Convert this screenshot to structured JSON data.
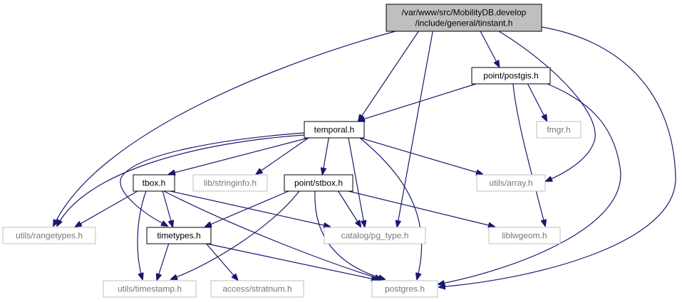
{
  "colors": {
    "edge": "#191970",
    "root_fill": "#bfbfbf",
    "internal_border": "#000000",
    "external_border": "#bfbfbf",
    "text": "#000000",
    "external_text": "#777777"
  },
  "nodes": [
    {
      "id": "root",
      "lines": [
        "/var/www/src/MobilityDB.develop",
        "/include/general/tinstant.h"
      ],
      "kind": "root"
    },
    {
      "id": "postgis",
      "lines": [
        "point/postgis.h"
      ],
      "kind": "internal"
    },
    {
      "id": "temporal",
      "lines": [
        "temporal.h"
      ],
      "kind": "internal"
    },
    {
      "id": "fmgr",
      "lines": [
        "fmgr.h"
      ],
      "kind": "external"
    },
    {
      "id": "tbox",
      "lines": [
        "tbox.h"
      ],
      "kind": "internal"
    },
    {
      "id": "stringinfo",
      "lines": [
        "lib/stringinfo.h"
      ],
      "kind": "external"
    },
    {
      "id": "stbox",
      "lines": [
        "point/stbox.h"
      ],
      "kind": "internal"
    },
    {
      "id": "array",
      "lines": [
        "utils/array.h"
      ],
      "kind": "external"
    },
    {
      "id": "rangetypes",
      "lines": [
        "utils/rangetypes.h"
      ],
      "kind": "external"
    },
    {
      "id": "timetypes",
      "lines": [
        "timetypes.h"
      ],
      "kind": "internal"
    },
    {
      "id": "pgtype",
      "lines": [
        "catalog/pg_type.h"
      ],
      "kind": "external"
    },
    {
      "id": "liblwgeom",
      "lines": [
        "liblwgeom.h"
      ],
      "kind": "external"
    },
    {
      "id": "timestamp",
      "lines": [
        "utils/timestamp.h"
      ],
      "kind": "external"
    },
    {
      "id": "stratnum",
      "lines": [
        "access/stratnum.h"
      ],
      "kind": "external"
    },
    {
      "id": "postgres",
      "lines": [
        "postgres.h"
      ],
      "kind": "external"
    }
  ],
  "edges": [
    [
      "root",
      "postgis"
    ],
    [
      "root",
      "temporal"
    ],
    [
      "root",
      "rangetypes"
    ],
    [
      "root",
      "pgtype"
    ],
    [
      "root",
      "array"
    ],
    [
      "root",
      "postgres"
    ],
    [
      "postgis",
      "temporal"
    ],
    [
      "postgis",
      "fmgr"
    ],
    [
      "postgis",
      "liblwgeom"
    ],
    [
      "postgis",
      "postgres"
    ],
    [
      "temporal",
      "tbox"
    ],
    [
      "temporal",
      "stringinfo"
    ],
    [
      "temporal",
      "stbox"
    ],
    [
      "temporal",
      "array"
    ],
    [
      "temporal",
      "rangetypes"
    ],
    [
      "temporal",
      "timetypes"
    ],
    [
      "temporal",
      "pgtype"
    ],
    [
      "temporal",
      "postgres"
    ],
    [
      "tbox",
      "rangetypes"
    ],
    [
      "tbox",
      "timetypes"
    ],
    [
      "tbox",
      "timestamp"
    ],
    [
      "tbox",
      "pgtype"
    ],
    [
      "tbox",
      "postgres"
    ],
    [
      "stbox",
      "timetypes"
    ],
    [
      "stbox",
      "timestamp"
    ],
    [
      "stbox",
      "pgtype"
    ],
    [
      "stbox",
      "liblwgeom"
    ],
    [
      "stbox",
      "postgres"
    ],
    [
      "timetypes",
      "timestamp"
    ],
    [
      "timetypes",
      "stratnum"
    ],
    [
      "timetypes",
      "postgres"
    ]
  ]
}
